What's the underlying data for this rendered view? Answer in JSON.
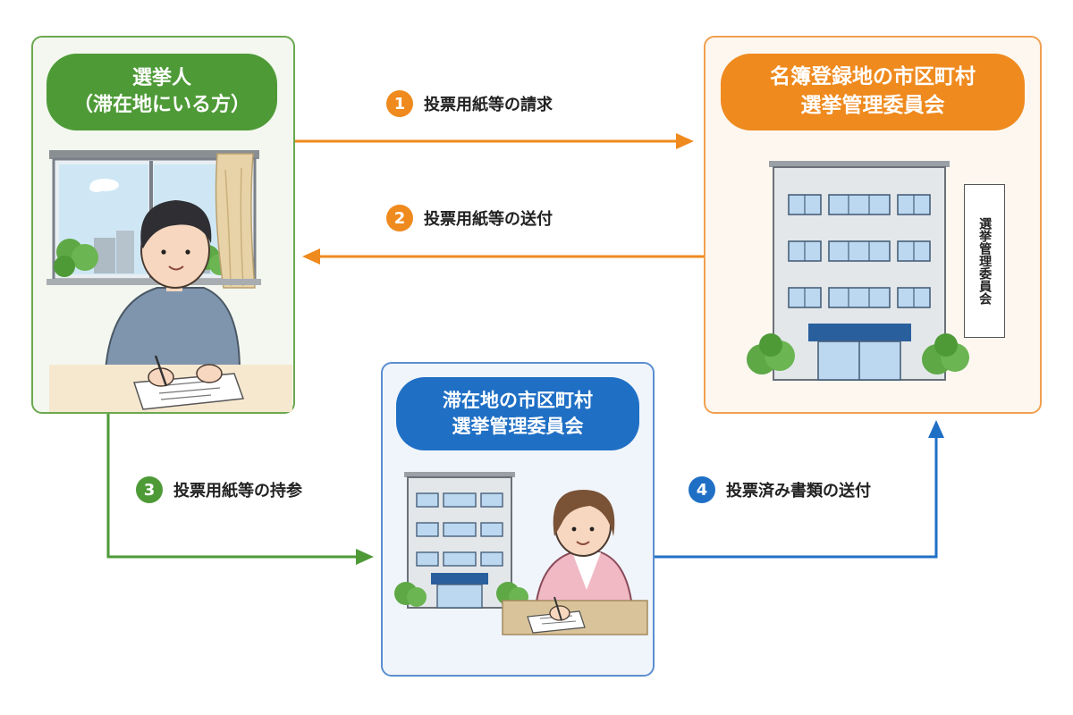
{
  "voter": {
    "title_line1": "選挙人",
    "title_line2": "（滞在地にいる方）",
    "color": "#4e9a37"
  },
  "home_committee": {
    "title_line1": "名簿登録地の市区町村",
    "title_line2": "選挙管理委員会",
    "building_sign": "選挙管理委員会",
    "color": "#ef8a1e"
  },
  "stay_committee": {
    "title_line1": "滞在地の市区町村",
    "title_line2": "選挙管理委員会",
    "color": "#1f6fc5"
  },
  "steps": [
    {
      "number": "1",
      "label": "投票用紙等の請求",
      "color": "#ef8a1e"
    },
    {
      "number": "2",
      "label": "投票用紙等の送付",
      "color": "#ef8a1e"
    },
    {
      "number": "3",
      "label": "投票用紙等の持参",
      "color": "#4e9a37"
    },
    {
      "number": "4",
      "label": "投票済み書類の送付",
      "color": "#1f6fc5"
    }
  ]
}
